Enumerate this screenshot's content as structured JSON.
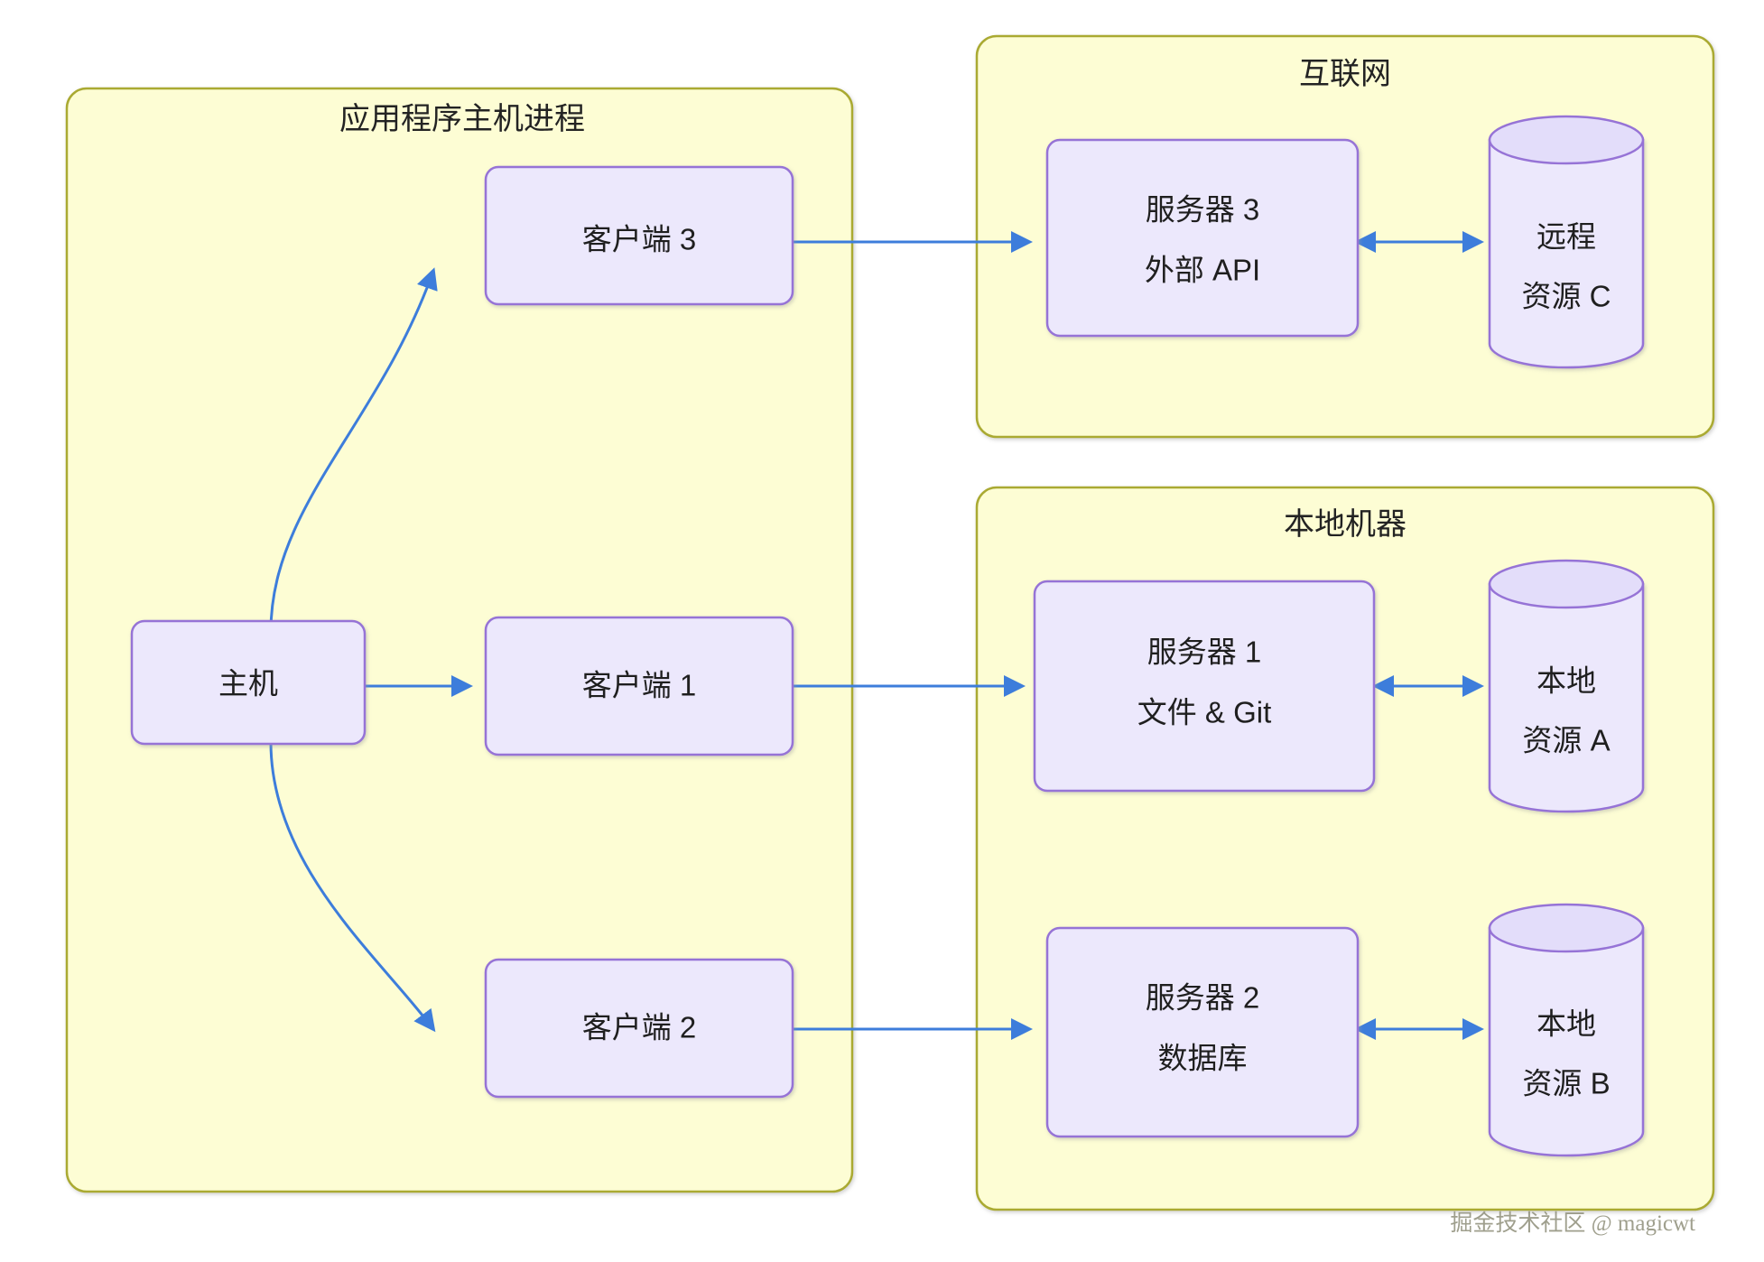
{
  "diagram": {
    "title_internal": "MCP host client server architecture",
    "colors": {
      "group_fill": "#fdfdd4",
      "group_stroke": "#aaaa33",
      "node_fill": "#ece8fc",
      "node_stroke": "#9673d6",
      "cylinder_top_fill": "#e3ddfa",
      "arrow": "#3d7ddb",
      "text": "#1f1f1f",
      "background": "#ffffff"
    },
    "groups": [
      {
        "id": "app-host-process",
        "title": "应用程序主机进程"
      },
      {
        "id": "internet",
        "title": "互联网"
      },
      {
        "id": "local-machine",
        "title": "本地机器"
      }
    ],
    "nodes": [
      {
        "id": "host",
        "lines": [
          "主机"
        ]
      },
      {
        "id": "client-3",
        "lines": [
          "客户端 3"
        ]
      },
      {
        "id": "client-1",
        "lines": [
          "客户端 1"
        ]
      },
      {
        "id": "client-2",
        "lines": [
          "客户端 2"
        ]
      },
      {
        "id": "server-3",
        "lines": [
          "服务器 3",
          "外部 API"
        ]
      },
      {
        "id": "server-1",
        "lines": [
          "服务器 1",
          "文件 & Git"
        ]
      },
      {
        "id": "server-2",
        "lines": [
          "服务器 2",
          "数据库"
        ]
      },
      {
        "id": "resource-c",
        "lines": [
          "远程",
          "资源 C"
        ]
      },
      {
        "id": "resource-a",
        "lines": [
          "本地",
          "资源 A"
        ]
      },
      {
        "id": "resource-b",
        "lines": [
          "本地",
          "资源 B"
        ]
      }
    ],
    "edges": [
      {
        "id": "host-to-client-3",
        "from": "host",
        "to": "client-3",
        "arrow": "single"
      },
      {
        "id": "host-to-client-1",
        "from": "host",
        "to": "client-1",
        "arrow": "single"
      },
      {
        "id": "host-to-client-2",
        "from": "host",
        "to": "client-2",
        "arrow": "single"
      },
      {
        "id": "client-3-to-server-3",
        "from": "client-3",
        "to": "server-3",
        "arrow": "single"
      },
      {
        "id": "client-1-to-server-1",
        "from": "client-1",
        "to": "server-1",
        "arrow": "single"
      },
      {
        "id": "client-2-to-server-2",
        "from": "client-2",
        "to": "server-2",
        "arrow": "single"
      },
      {
        "id": "server-3-to-resource-c",
        "from": "server-3",
        "to": "resource-c",
        "arrow": "double"
      },
      {
        "id": "server-1-to-resource-a",
        "from": "server-1",
        "to": "resource-a",
        "arrow": "double"
      },
      {
        "id": "server-2-to-resource-b",
        "from": "server-2",
        "to": "resource-b",
        "arrow": "double"
      }
    ],
    "watermark": "掘金技术社区 @ magicwt"
  }
}
